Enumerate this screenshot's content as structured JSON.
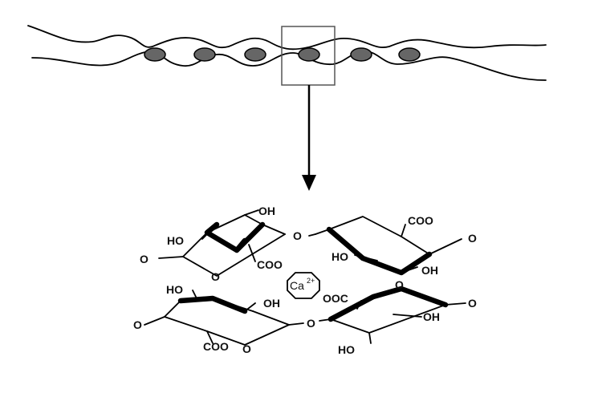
{
  "diagram": {
    "ion": {
      "symbol": "Ca",
      "charge": "2+"
    },
    "labels": {
      "oh": "OH",
      "ho": "HO",
      "coo": "COO",
      "ooc": "OOC",
      "o": "O"
    }
  }
}
